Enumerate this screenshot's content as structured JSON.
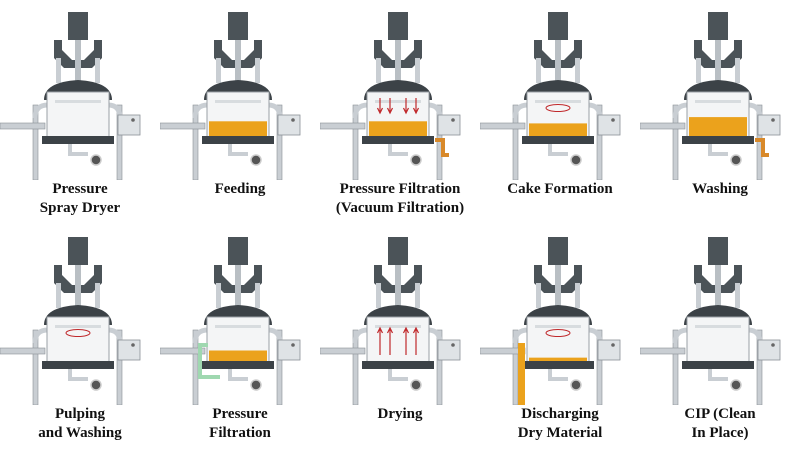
{
  "colors": {
    "fluid": "#eba21c",
    "steel": "#c9ced3",
    "dark": "#3c4247",
    "arrow": "#c0282b",
    "pipe_green": "#9fd8b0",
    "pipe_orange": "#d8892a"
  },
  "panels": [
    {
      "lines": [
        "Pressure",
        "Spray Dryer"
      ],
      "fill": 0,
      "arrows": "none",
      "swirl": false,
      "outlet": "none"
    },
    {
      "lines": [
        "Feeding"
      ],
      "fill": 0.35,
      "arrows": "none",
      "swirl": false,
      "outlet": "none"
    },
    {
      "lines": [
        "Pressure Filtration",
        "(Vacuum Filtration)"
      ],
      "fill": 0.35,
      "arrows": "down",
      "swirl": false,
      "outlet": "orange"
    },
    {
      "lines": [
        "Cake Formation"
      ],
      "fill": 0.3,
      "arrows": "none",
      "swirl": true,
      "outlet": "none"
    },
    {
      "lines": [
        "Washing"
      ],
      "fill": 0.45,
      "arrows": "none",
      "swirl": false,
      "outlet": "orange"
    },
    {
      "lines": [
        "Pulping",
        "and Washing"
      ],
      "fill": 0,
      "arrows": "none",
      "swirl": true,
      "outlet": "none"
    },
    {
      "lines": [
        "Pressure",
        "Filtration"
      ],
      "fill": 0.25,
      "arrows": "none",
      "swirl": false,
      "outlet": "green"
    },
    {
      "lines": [
        "Drying"
      ],
      "fill": 0,
      "arrows": "up",
      "swirl": false,
      "outlet": "none"
    },
    {
      "lines": [
        "Discharging",
        "Dry Material"
      ],
      "fill": 0.08,
      "arrows": "none",
      "swirl": true,
      "outlet": "chute"
    },
    {
      "lines": [
        "CIP (Clean",
        "In Place)"
      ],
      "fill": 0,
      "arrows": "none",
      "swirl": false,
      "outlet": "none"
    }
  ]
}
